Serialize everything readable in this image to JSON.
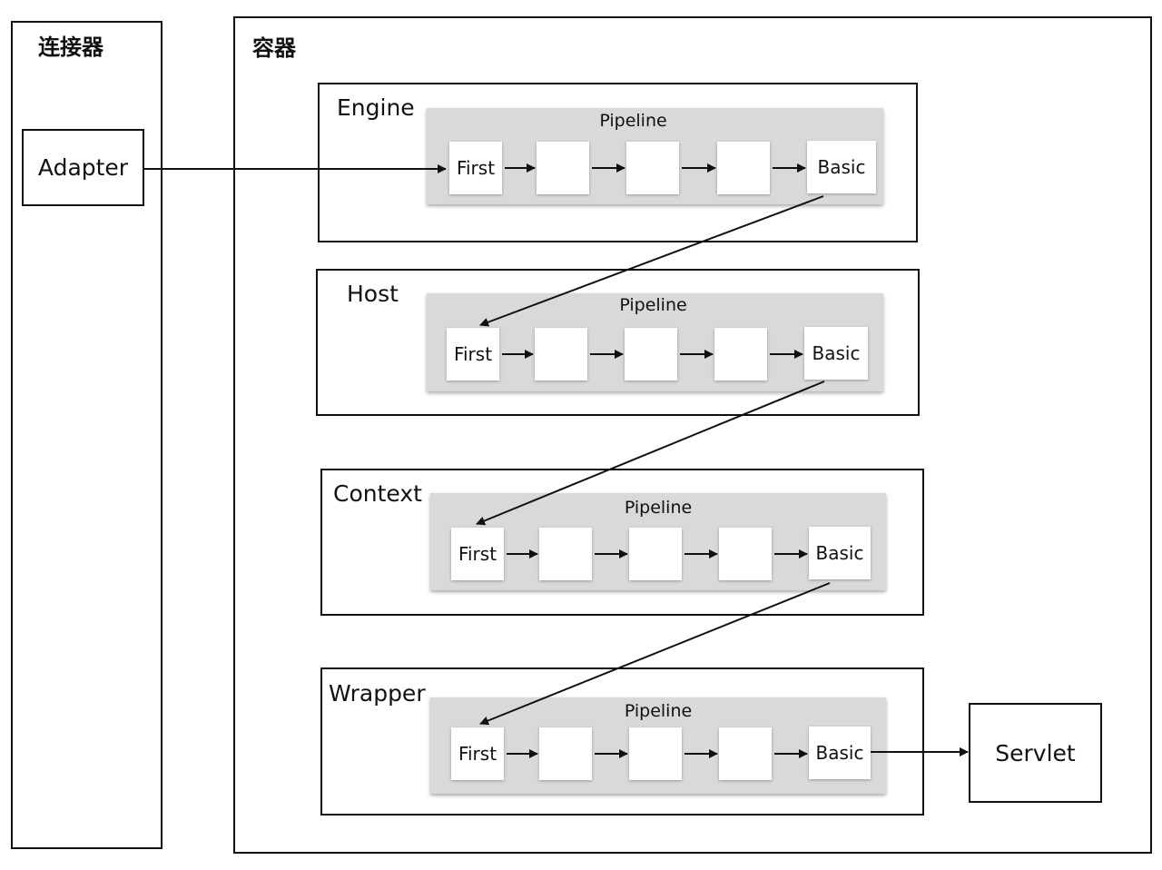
{
  "connector": {
    "title": "连接器",
    "adapter_label": "Adapter"
  },
  "container": {
    "title": "容器"
  },
  "valve_labels": {
    "first": "First",
    "basic": "Basic"
  },
  "layers": [
    {
      "name": "Engine",
      "pipeline_label": "Pipeline"
    },
    {
      "name": "Host",
      "pipeline_label": "Pipeline"
    },
    {
      "name": "Context",
      "pipeline_label": "Pipeline"
    },
    {
      "name": "Wrapper",
      "pipeline_label": "Pipeline"
    }
  ],
  "servlet": {
    "label": "Servlet"
  },
  "colors": {
    "stroke": "#111111",
    "pipeline_bg": "#d9d9d9",
    "valve_bg": "#ffffff"
  }
}
